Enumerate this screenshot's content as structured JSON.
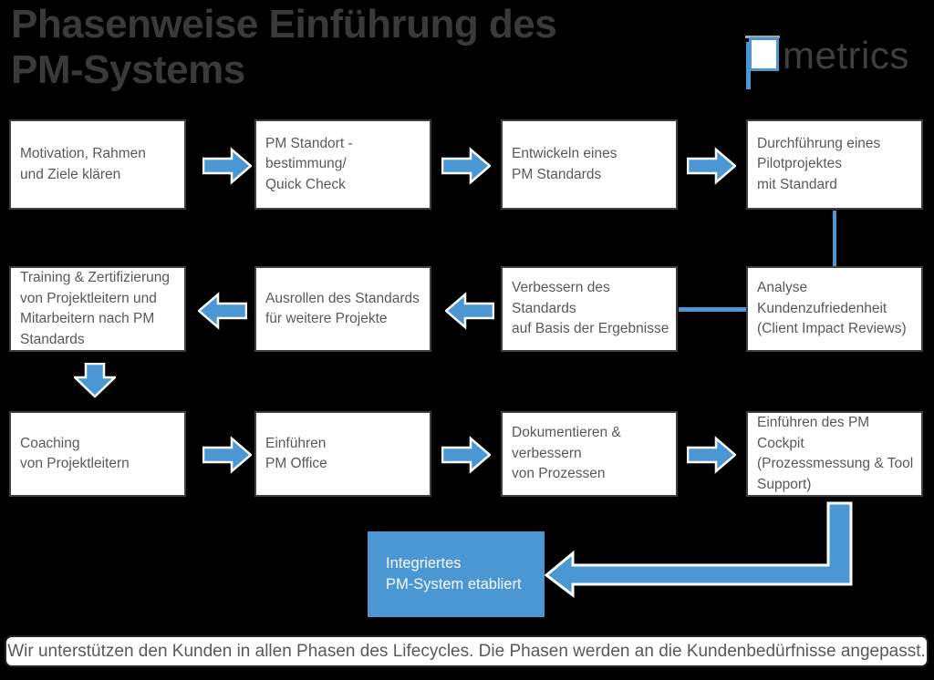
{
  "title": "Phasenweise Einführung des\nPM-Systems",
  "logo": {
    "text": "metrics"
  },
  "colors": {
    "background": "#000000",
    "accent_blue": "#4a97d3",
    "box_border": "#3f3f3f",
    "box_text": "#595959",
    "title_text": "#3a3a3a",
    "result_box_fill": "#4a97d3",
    "result_box_text": "#ffffff"
  },
  "rows": [
    {
      "boxes": [
        {
          "text": "Motivation, Rahmen\nund Ziele klären"
        },
        {
          "text": "PM Standort -\nbestimmung/\nQuick Check"
        },
        {
          "text": "Entwickeln eines\nPM Standards"
        },
        {
          "text": "Durchführung eines\nPilotprojektes\nmit Standard"
        }
      ]
    },
    {
      "boxes": [
        {
          "text": "Training & Zertifizierung\nvon Projektleitern und\nMitarbeitern nach PM\nStandards"
        },
        {
          "text": "Ausrollen des Standards\nfür weitere Projekte"
        },
        {
          "text": "Verbessern des\nStandards\nauf Basis der Ergebnisse"
        },
        {
          "text": "Analyse\nKundenzufriedenheit\n(Client Impact Reviews)"
        }
      ]
    },
    {
      "boxes": [
        {
          "text": "Coaching\nvon Projektleitern"
        },
        {
          "text": "Einführen\nPM Office"
        },
        {
          "text": "Dokumentieren &\nverbessern\nvon Prozessen"
        },
        {
          "text": "Einführen des PM\nCockpit\n(Prozessmessung & Tool\nSupport)"
        }
      ]
    }
  ],
  "result_box": {
    "text": "Integriertes\nPM-System etabliert"
  },
  "footer": {
    "text": "Wir unterstützen den Kunden in allen Phasen des Lifecycles. Die Phasen werden an die Kundenbedürfnisse angepasst."
  }
}
